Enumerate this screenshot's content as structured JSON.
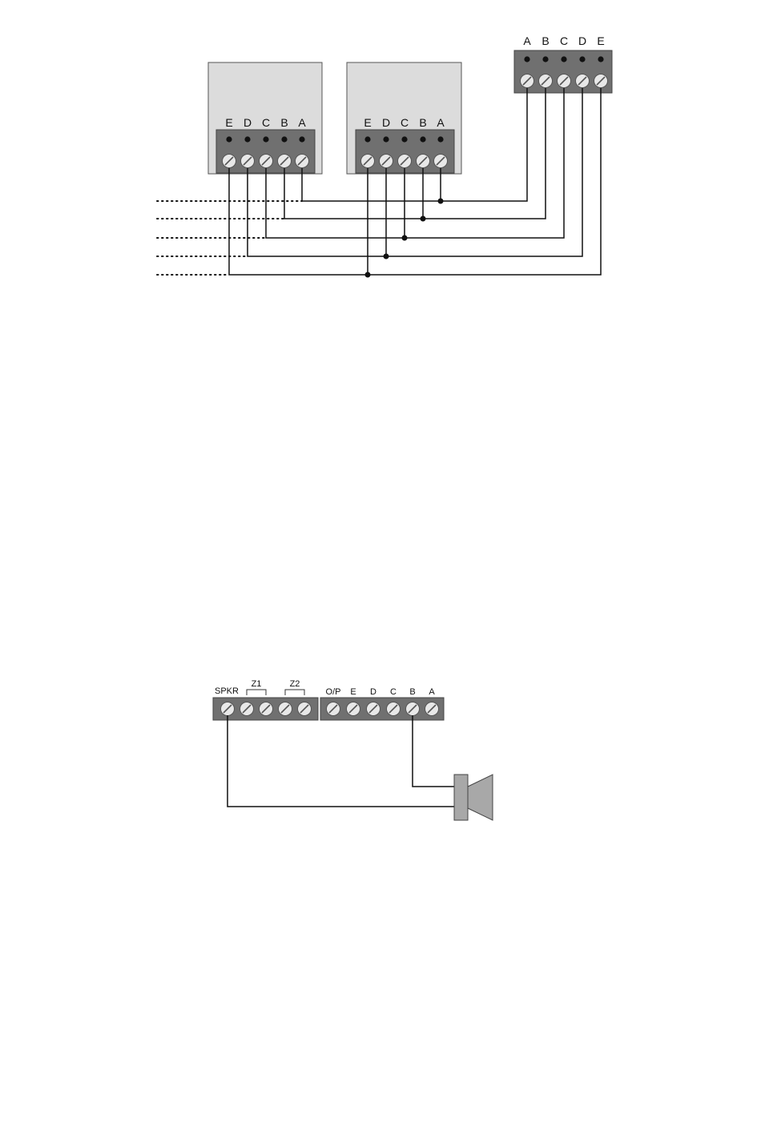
{
  "diagram1": {
    "remote_unit_1_terminals": [
      "E",
      "D",
      "C",
      "B",
      "A"
    ],
    "remote_unit_2_terminals": [
      "E",
      "D",
      "C",
      "B",
      "A"
    ],
    "control_panel_terminals": [
      "A",
      "B",
      "C",
      "D",
      "E"
    ]
  },
  "diagram2": {
    "left_block_labels": {
      "spkr": "SPKR",
      "z1": "Z1",
      "z2": "Z2"
    },
    "right_block_labels": [
      "O/P",
      "E",
      "D",
      "C",
      "B",
      "A"
    ]
  },
  "colors": {
    "terminal_block": "#707070",
    "unit_box": "#dcdcdc",
    "wire": "#111111"
  }
}
